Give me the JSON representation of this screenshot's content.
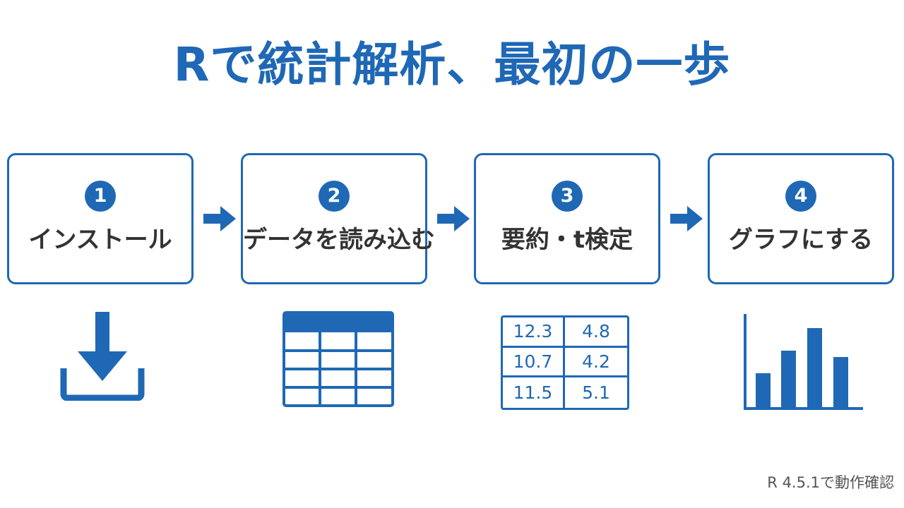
{
  "title": "Rで統計解析、最初の一歩",
  "accent_color": "#1f68b5",
  "steps": [
    {
      "number": "1",
      "label": "インストール",
      "icon": "download-icon"
    },
    {
      "number": "2",
      "label": "データを読み込む",
      "icon": "table-icon"
    },
    {
      "number": "3",
      "label": "要約・t検定",
      "icon": "number-table-icon"
    },
    {
      "number": "4",
      "label": "グラフにする",
      "icon": "bar-chart-icon"
    }
  ],
  "summary_table": [
    [
      "12.3",
      "4.8"
    ],
    [
      "10.7",
      "4.2"
    ],
    [
      "11.5",
      "5.1"
    ]
  ],
  "footer": "R 4.5.1で動作確認"
}
